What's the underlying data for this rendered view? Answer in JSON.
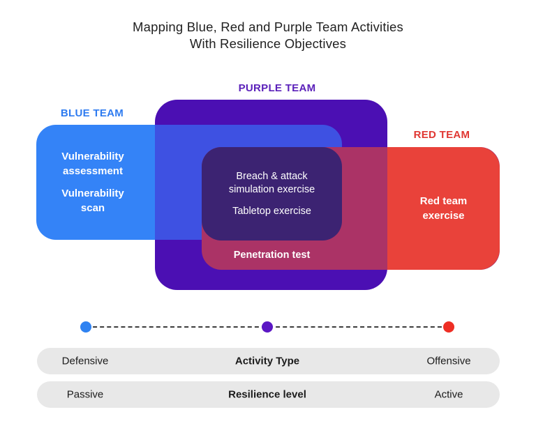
{
  "title": {
    "line1": "Mapping Blue, Red and Purple Team Activities",
    "line2": "With Resilience Objectives"
  },
  "teams": {
    "blue": {
      "label": "BLUE TEAM",
      "items": [
        "Vulnerability\nassessment",
        "Vulnerability\nscan"
      ]
    },
    "purple": {
      "label": "PURPLE TEAM",
      "items": [
        "Breach & attack\nsimulation exercise",
        "Tabletop exercise"
      ],
      "overlap_with_red": "Penetration test"
    },
    "red": {
      "label": "RED TEAM",
      "items": [
        "Red team\nexercise"
      ]
    }
  },
  "axes": {
    "activity": {
      "left": "Defensive",
      "center": "Activity Type",
      "right": "Offensive"
    },
    "resilience": {
      "left": "Passive",
      "center": "Resilience level",
      "right": "Active"
    }
  },
  "colors": {
    "blue_region": "#3483f7",
    "blue_label": "#2e7bf0",
    "purple_region": "#4b0fb3",
    "purple_label": "#5b21ba",
    "blue_purple_overlap": "#3e51e2",
    "triple_overlap": "#3c2372",
    "red_purple_overlap": "#ab3366",
    "red_region": "#e9423a",
    "red_label": "#e03732",
    "blue_dot": "#2f82f1",
    "purple_dot": "#5b17c4",
    "red_dot": "#ee2e24",
    "pill_background": "#e8e8e8",
    "title_text": "#212121"
  }
}
